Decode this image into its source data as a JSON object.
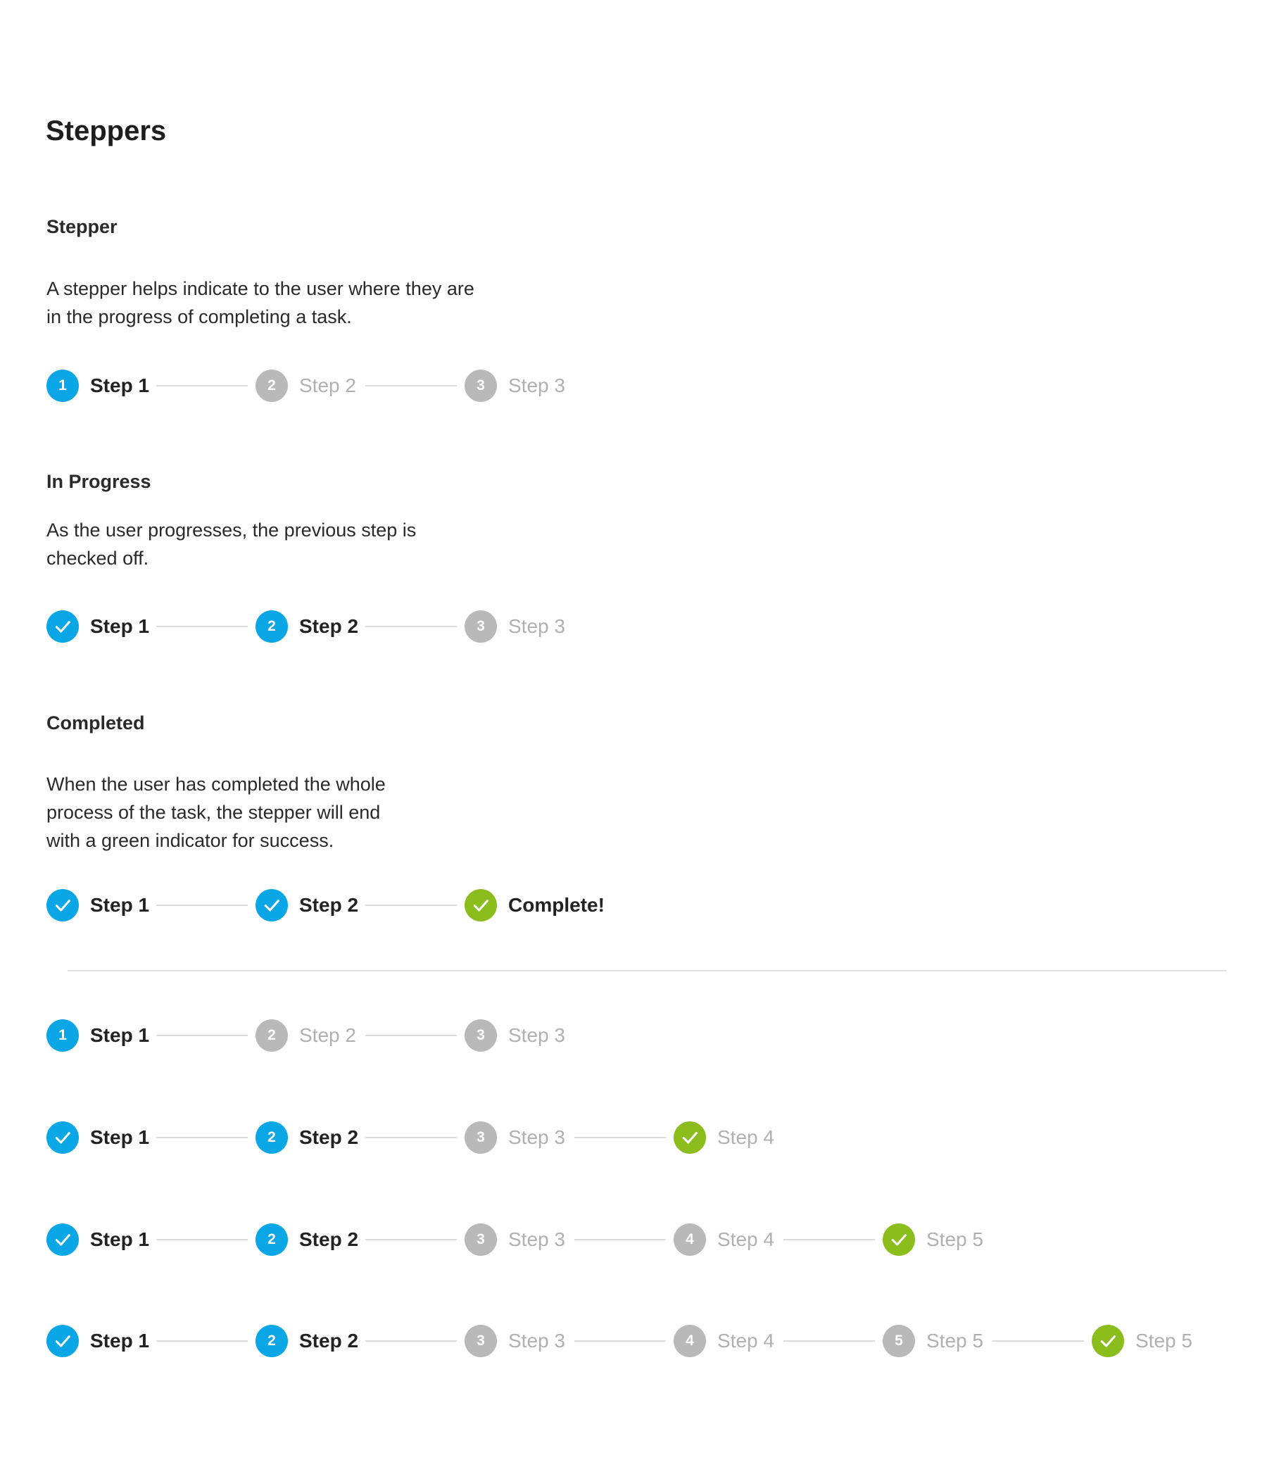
{
  "page": {
    "title": "Steppers"
  },
  "colors": {
    "active": "#0aa6e6",
    "inactive": "#b9b9b9",
    "success": "#8bbd1d",
    "connector": "#dcdcdc",
    "muted_text": "#b0b0b0"
  },
  "sections": {
    "stepper": {
      "label": "Stepper",
      "desc": [
        "A stepper helps indicate to the user where they are",
        "in the progress of completing a task."
      ]
    },
    "in_progress": {
      "label": "In Progress",
      "desc": [
        "As the user progresses, the previous step is",
        "checked off."
      ]
    },
    "completed": {
      "label": "Completed",
      "desc": [
        "When the user has completed the whole",
        "process of the task, the stepper will end",
        "with a green indicator for success."
      ]
    }
  },
  "steppers": [
    {
      "name": "stepper-intro",
      "steps": [
        {
          "state": "active",
          "number": "1",
          "label": "Step 1"
        },
        {
          "state": "inactive",
          "number": "2",
          "label": "Step 2"
        },
        {
          "state": "inactive",
          "number": "3",
          "label": "Step 3"
        }
      ]
    },
    {
      "name": "stepper-in-progress",
      "steps": [
        {
          "state": "done",
          "icon": "check-icon",
          "label": "Step 1"
        },
        {
          "state": "active",
          "number": "2",
          "label": "Step 2"
        },
        {
          "state": "inactive",
          "number": "3",
          "label": "Step 3"
        }
      ]
    },
    {
      "name": "stepper-completed",
      "steps": [
        {
          "state": "done",
          "icon": "check-icon",
          "label": "Step 1"
        },
        {
          "state": "done",
          "icon": "check-icon",
          "label": "Step 2"
        },
        {
          "state": "success",
          "icon": "check-icon",
          "label": "Complete!"
        }
      ]
    },
    {
      "name": "stepper-variant-3",
      "steps": [
        {
          "state": "active",
          "number": "1",
          "label": "Step 1"
        },
        {
          "state": "inactive",
          "number": "2",
          "label": "Step 2"
        },
        {
          "state": "inactive",
          "number": "3",
          "label": "Step 3"
        }
      ]
    },
    {
      "name": "stepper-variant-4",
      "steps": [
        {
          "state": "done",
          "icon": "check-icon",
          "label": "Step 1"
        },
        {
          "state": "active",
          "number": "2",
          "label": "Step 2"
        },
        {
          "state": "inactive",
          "number": "3",
          "label": "Step 3"
        },
        {
          "state": "success-muted",
          "icon": "check-icon",
          "label": "Step 4"
        }
      ]
    },
    {
      "name": "stepper-variant-5",
      "steps": [
        {
          "state": "done",
          "icon": "check-icon",
          "label": "Step 1"
        },
        {
          "state": "active",
          "number": "2",
          "label": "Step 2"
        },
        {
          "state": "inactive",
          "number": "3",
          "label": "Step 3"
        },
        {
          "state": "inactive",
          "number": "4",
          "label": "Step 4"
        },
        {
          "state": "success-muted",
          "icon": "check-icon",
          "label": "Step 5"
        }
      ]
    },
    {
      "name": "stepper-variant-6",
      "steps": [
        {
          "state": "done",
          "icon": "check-icon",
          "label": "Step 1"
        },
        {
          "state": "active",
          "number": "2",
          "label": "Step 2"
        },
        {
          "state": "inactive",
          "number": "3",
          "label": "Step 3"
        },
        {
          "state": "inactive",
          "number": "4",
          "label": "Step 4"
        },
        {
          "state": "inactive",
          "number": "5",
          "label": "Step 5"
        },
        {
          "state": "success-muted",
          "icon": "check-icon",
          "label": "Step 5"
        }
      ]
    }
  ]
}
